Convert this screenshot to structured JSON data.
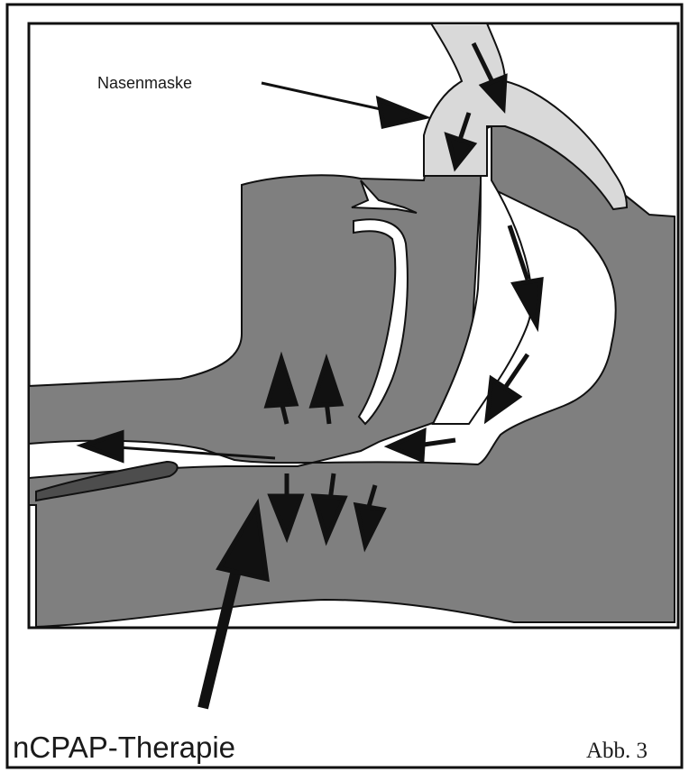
{
  "labels": {
    "mask": "Nasenmaske",
    "therapy": "nCPAP-Therapie",
    "figure": "Abb. 3"
  },
  "colors": {
    "tissue": "#7f7f7f",
    "mask": "#d9d9d9",
    "airway": "#ffffff",
    "tongue": "#4d4d4d",
    "outline": "#111111",
    "arrow": "#111111"
  }
}
